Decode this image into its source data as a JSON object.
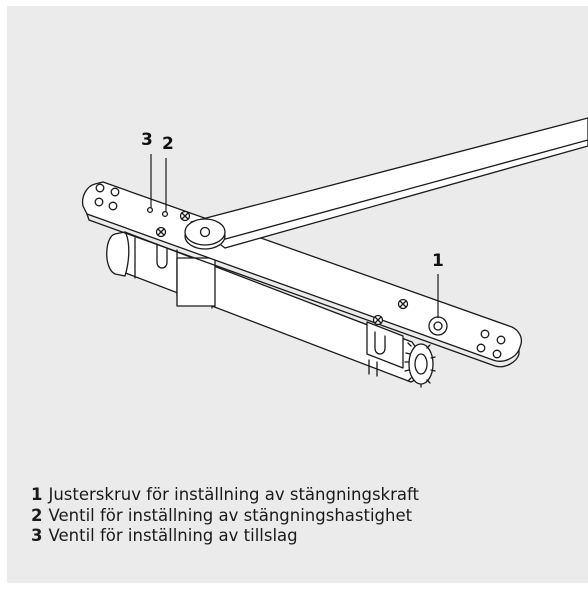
{
  "diagram": {
    "callouts": [
      {
        "id": "1",
        "label": "1"
      },
      {
        "id": "2",
        "label": "2"
      },
      {
        "id": "3",
        "label": "3"
      }
    ]
  },
  "legend": {
    "items": [
      {
        "number": "1",
        "text": "Justerskruv för inställning av stängningskraft"
      },
      {
        "number": "2",
        "text": "Ventil för inställning av stängningshastighet"
      },
      {
        "number": "3",
        "text": "Ventil för inställning av tillslag"
      }
    ]
  },
  "colors": {
    "panel_background": "#ebebeb",
    "line": "#1a1a1a",
    "fill": "#ffffff"
  }
}
